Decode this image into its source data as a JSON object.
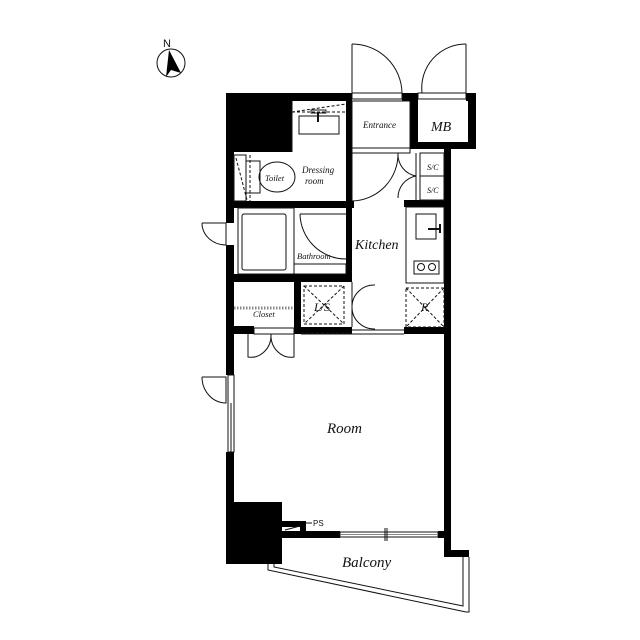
{
  "compass": {
    "label": "N",
    "icon": "north-arrow-icon"
  },
  "rooms": {
    "entrance": "Entrance",
    "mb": "MB",
    "sc_top": "S/C",
    "sc_bottom": "S/C",
    "toilet": "Toilet",
    "dressing_line1": "Dressing",
    "dressing_line2": "room",
    "kitchen": "Kitchen",
    "bathroom": "Bathroom",
    "closet": "Closet",
    "ls": "L/S",
    "refrigerator": "R",
    "room": "Room",
    "ps": "PS",
    "balcony": "Balcony"
  },
  "colors": {
    "wall": "#000000",
    "line": "#111111",
    "background": "#ffffff"
  }
}
